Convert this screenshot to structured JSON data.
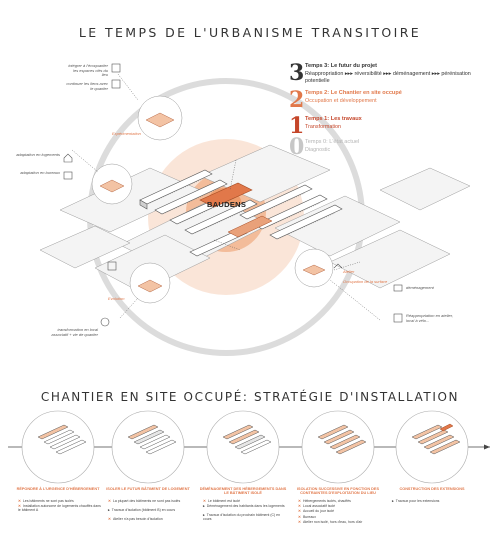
{
  "colors": {
    "accent": "#e1784a",
    "accent_light": "#f3c3a4",
    "ink": "#333333",
    "muted": "#b5b5b5",
    "ring": "#dcdcdc"
  },
  "title": "LE TEMPS DE L'URBANISME TRANSITOIRE",
  "timeline": [
    {
      "num": "3",
      "title": "Temps 3: Le futur du projet",
      "sub": "Réappropriation ▸▸▸ réversibilité ▸▸▸ déménagement ▸▸▸ pérénisation potentielle"
    },
    {
      "num": "2",
      "title": "Temps 2: Le Chantier en site occupé",
      "sub": "Occupation et développement"
    },
    {
      "num": "1",
      "title": "Temps 1: Les travaux",
      "sub": "Transformation"
    },
    {
      "num": "0",
      "title": "Temps 0: L'état actuel",
      "sub": "Diagnostic"
    }
  ],
  "map": {
    "site_label": "BAUDENS",
    "callouts": {
      "integrer": "intégrer à l'écoquartier les espaces clés du lieu",
      "continuer": "continuer les liens avec le quartier",
      "experimentation": "Expérimentation",
      "adaptation_logements": "adaptation en logements",
      "adaptation_bureaux": "adaptation en bureaux",
      "evolution": "Evolution",
      "transformation": "transformation en local associatif + vie de quartier",
      "atelier": "Atelier",
      "sous_toiture": "Occupation de la surface",
      "demenagement": "déménagement",
      "reappropriation": "Réappropriation en atelier, local à vélo..."
    }
  },
  "section2": {
    "title": "CHANTIER EN SITE OCCUPÉ: STRATÉGIE D'INSTALLATION"
  },
  "phases": [
    {
      "title": "Répondre à l'urgence d'hébergement",
      "notes": [
        {
          "mark": "✕",
          "text": "Les bâtiments ne sont pas isolés"
        },
        {
          "mark": "✕",
          "text": "Installation autonome de logements chauffés dans le bâtiment A"
        }
      ]
    },
    {
      "title": "Isoler le futur bâtiment de logement",
      "notes": [
        {
          "mark": "✕",
          "text": "La plupart des bâtiments ne sont pas isolés"
        },
        {
          "mark": "▸",
          "text": "Travaux d'isolation (bâtiment B) en cours"
        },
        {
          "mark": "✕",
          "text": "Atelier n'a pas besoin d'isolation"
        }
      ]
    },
    {
      "title": "Déménagement des hébergements dans le bâtiment isolé",
      "notes": [
        {
          "mark": "✕",
          "text": "Le bâtiment est isolé"
        },
        {
          "mark": "▸",
          "text": "Déménagement des habitants dans les logements"
        },
        {
          "mark": "▸",
          "text": "Travaux d'isolation du prochain bâtiment (C) en cours"
        }
      ]
    },
    {
      "title": "Isolation successive en fonction des contraintes d'exploitation du lieu",
      "notes": [
        {
          "mark": "✕",
          "text": "Hébergements isolés, chauffés"
        },
        {
          "mark": "✕",
          "text": "Local associatif isolé"
        },
        {
          "mark": "✕",
          "text": "Accueil du jour isolé"
        },
        {
          "mark": "✕",
          "text": "Bureaux"
        },
        {
          "mark": "✕",
          "text": "Atelier non isolé, hors d'eau, hors d'air"
        }
      ]
    },
    {
      "title": "Construction des extensions",
      "notes": [
        {
          "mark": "▸",
          "text": "Travaux pour les extensions"
        }
      ]
    }
  ]
}
